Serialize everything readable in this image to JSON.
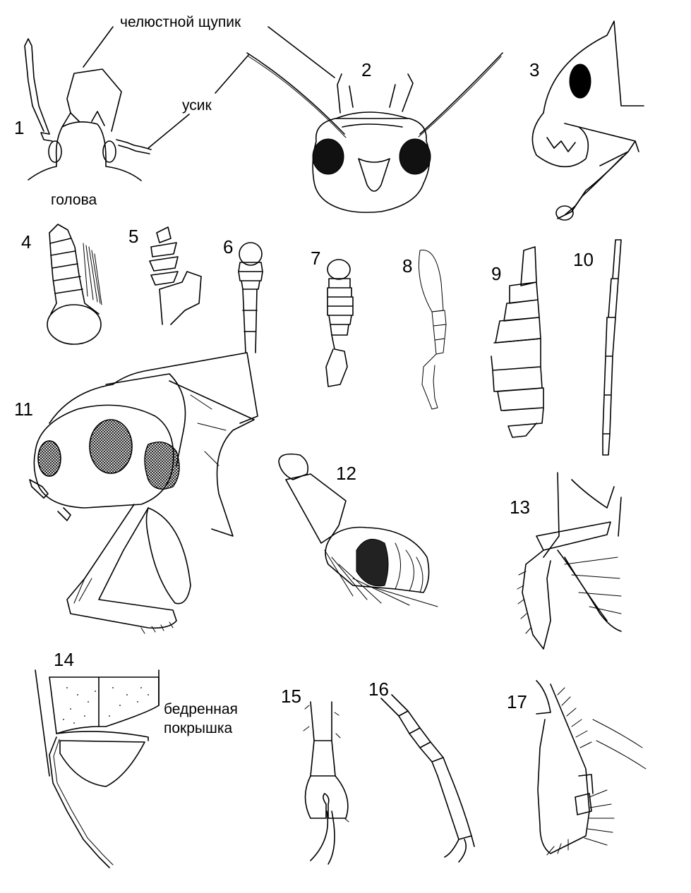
{
  "numbers": [
    "1",
    "2",
    "3",
    "4",
    "5",
    "6",
    "7",
    "8",
    "9",
    "10",
    "11",
    "12",
    "13",
    "14",
    "15",
    "16",
    "17"
  ],
  "labels": {
    "maxillary_palp": "челюстной щупик",
    "antenna": "усик",
    "head": "голова",
    "femoral_cover_line1": "бедренная",
    "femoral_cover_line2": "покрышка"
  },
  "colors": {
    "ink": "#000000",
    "paper": "#ffffff"
  }
}
